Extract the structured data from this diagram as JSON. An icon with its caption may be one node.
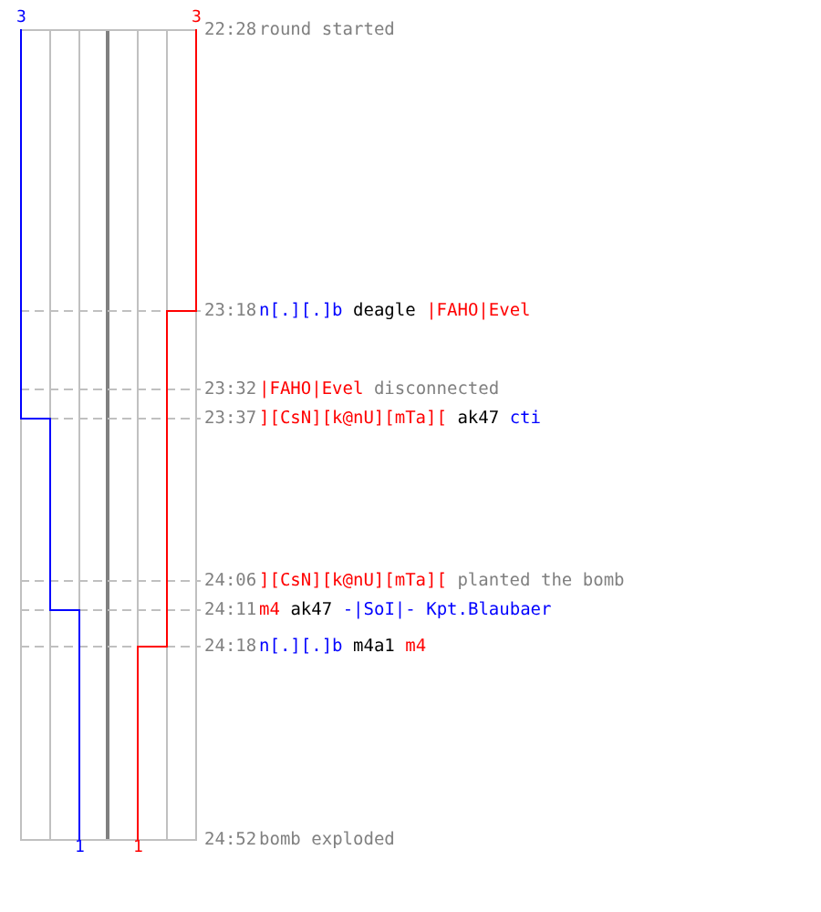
{
  "diagram": {
    "labels": [
      "3",
      "3",
      "22:28",
      "round started",
      "23:18",
      "n[.][.]b deagle |FAHO|Evel",
      "23:32",
      "|FAHO|Evel disconnected",
      "23:37",
      "][CsN][k@nU][mTa][ ak47 cti",
      "24:06",
      "][CsN][k@nU][mTa][ planted the bomb",
      "24:11",
      "m4 ak47 -|SoI|- Kpt.Blaubaer",
      "24:18",
      "n[.][.]b m4a1 m4",
      "24:52",
      "bomb exploded",
      "1",
      "1"
    ]
  }
}
